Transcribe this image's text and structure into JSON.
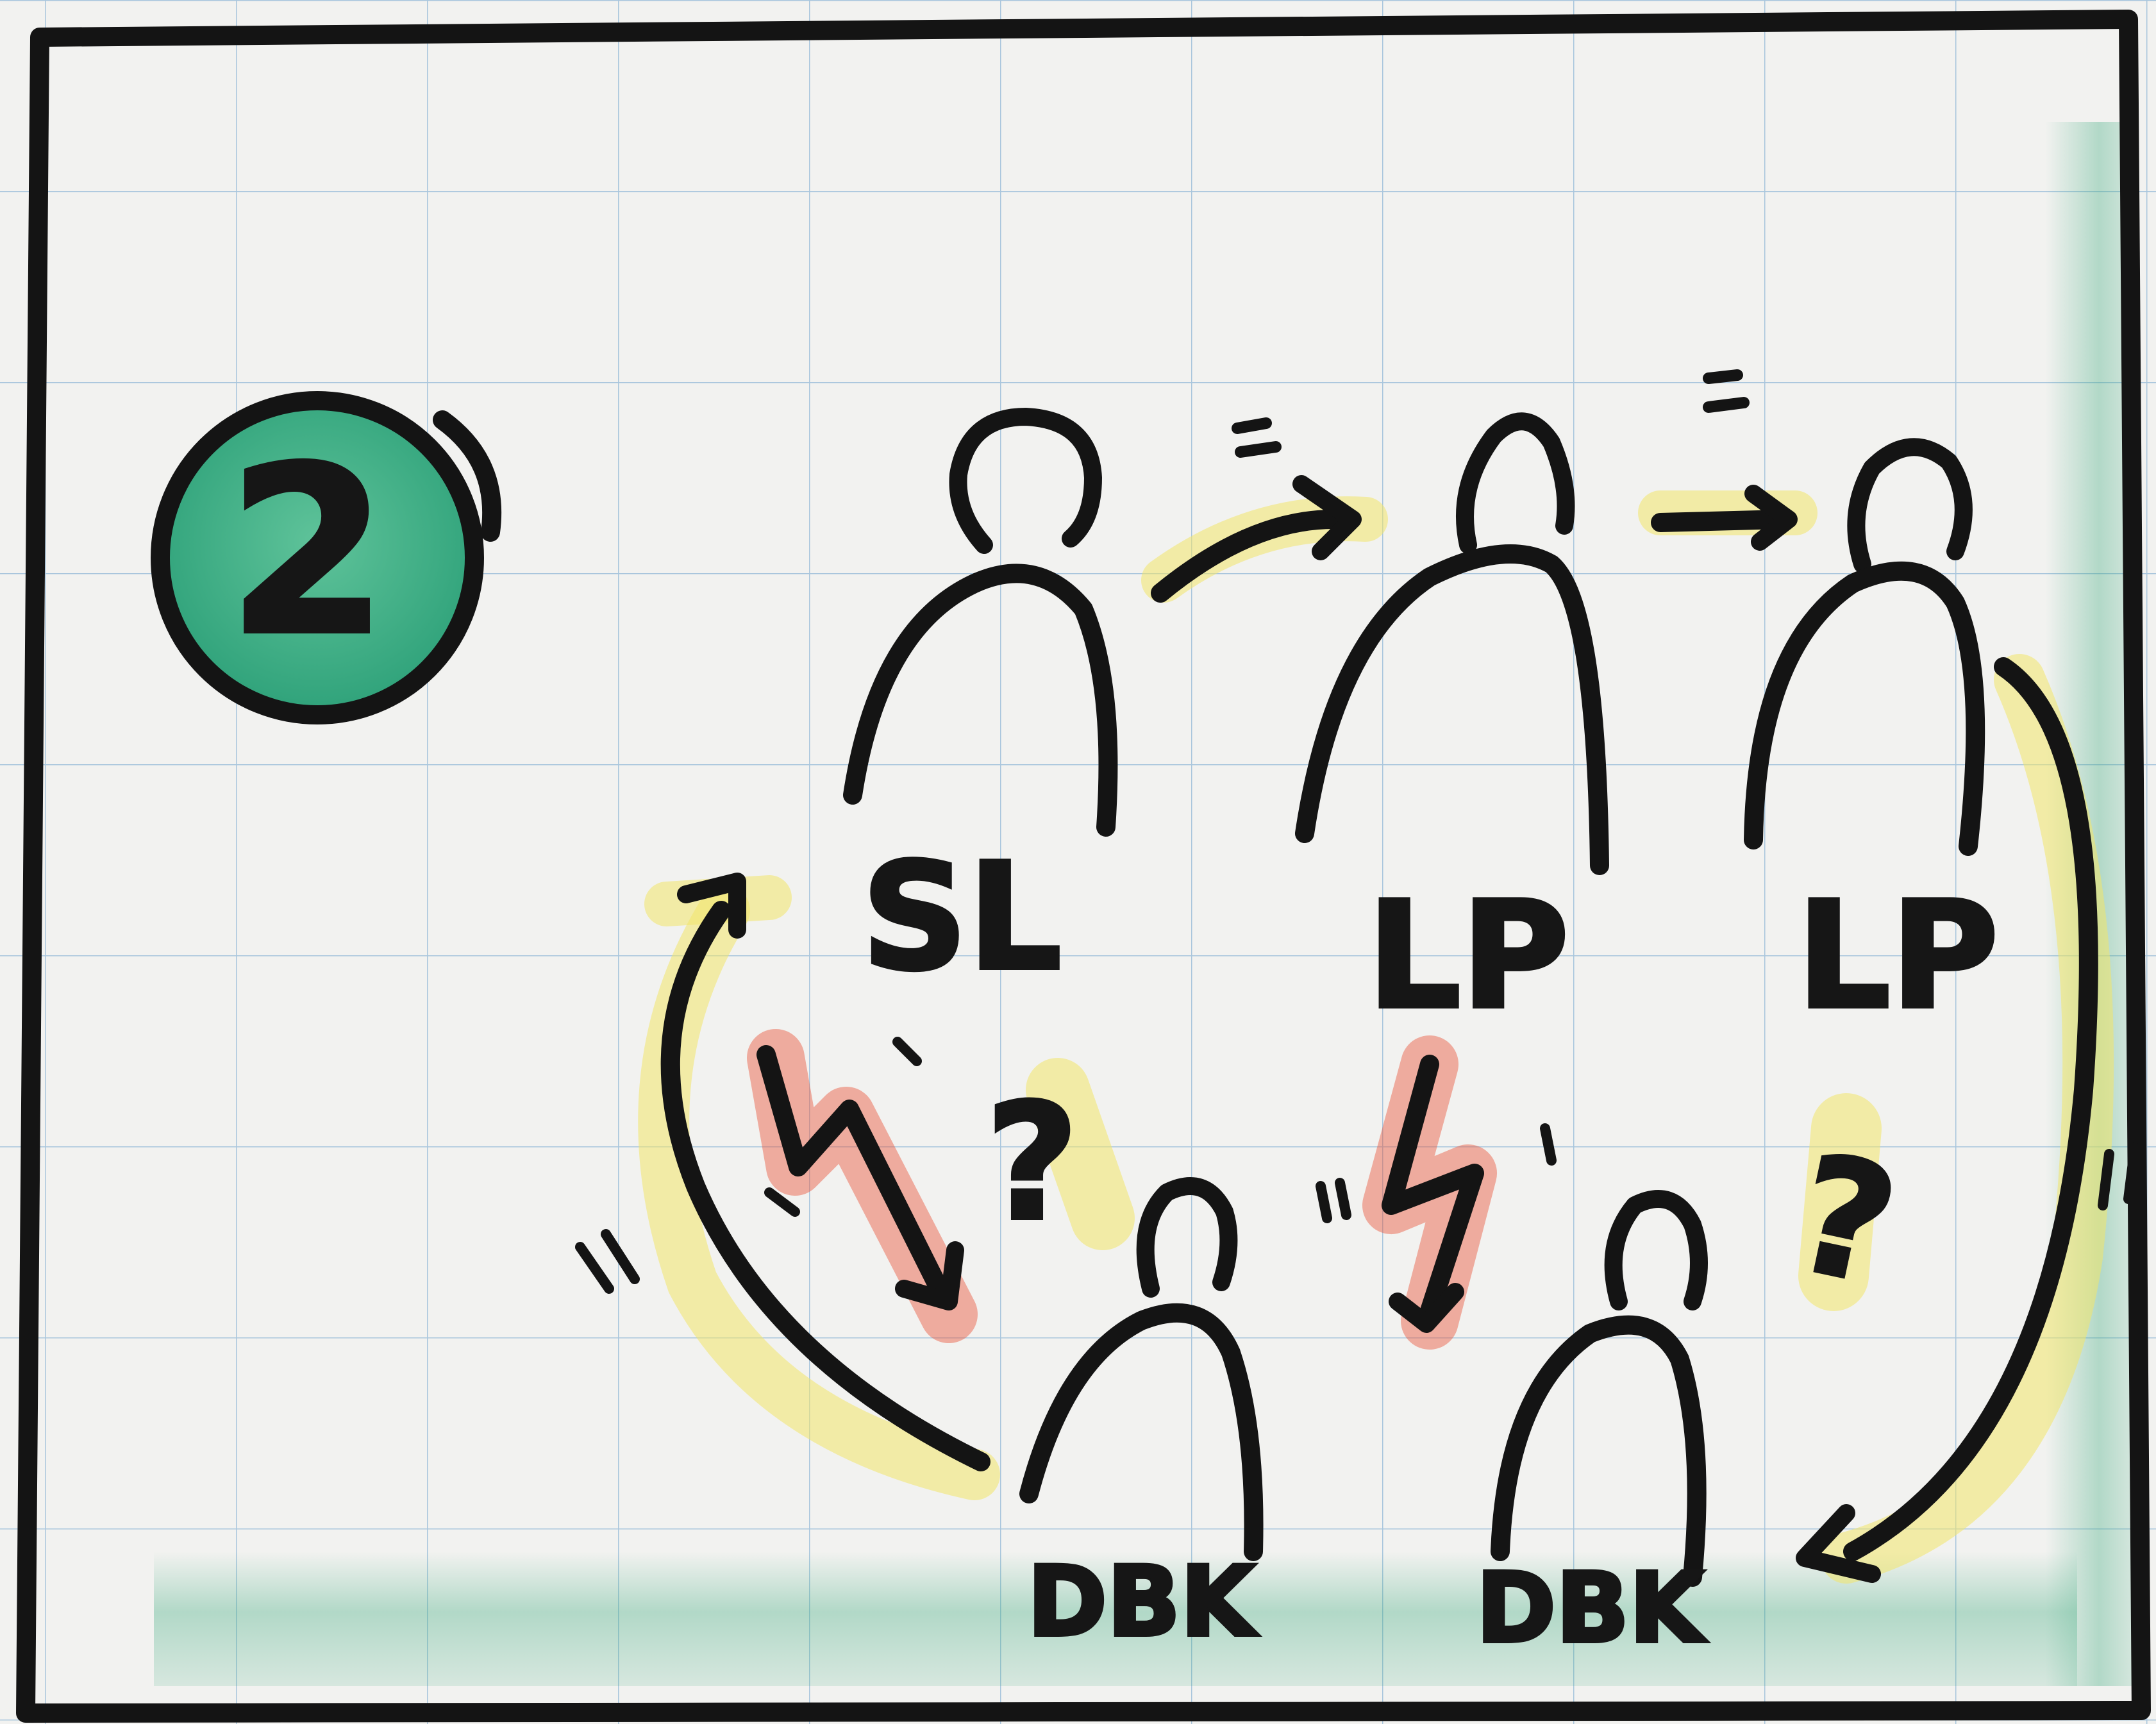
{
  "badge": {
    "number": "2",
    "color": "#2fa27a"
  },
  "colors": {
    "ink": "#141414",
    "highlight_yellow": "#f2e66a",
    "highlight_red": "#e9553a",
    "highlight_green": "#39a97b",
    "grid": "#a9c6dd"
  },
  "people": [
    {
      "id": "p1",
      "label": "SL"
    },
    {
      "id": "p2",
      "label": "LP"
    },
    {
      "id": "p3",
      "label": "LP"
    },
    {
      "id": "p4",
      "label": "DBK"
    },
    {
      "id": "p5",
      "label": "DBK"
    }
  ],
  "symbols": {
    "question_mark": "?",
    "lightning_icon": "lightning-bolt-icon"
  }
}
